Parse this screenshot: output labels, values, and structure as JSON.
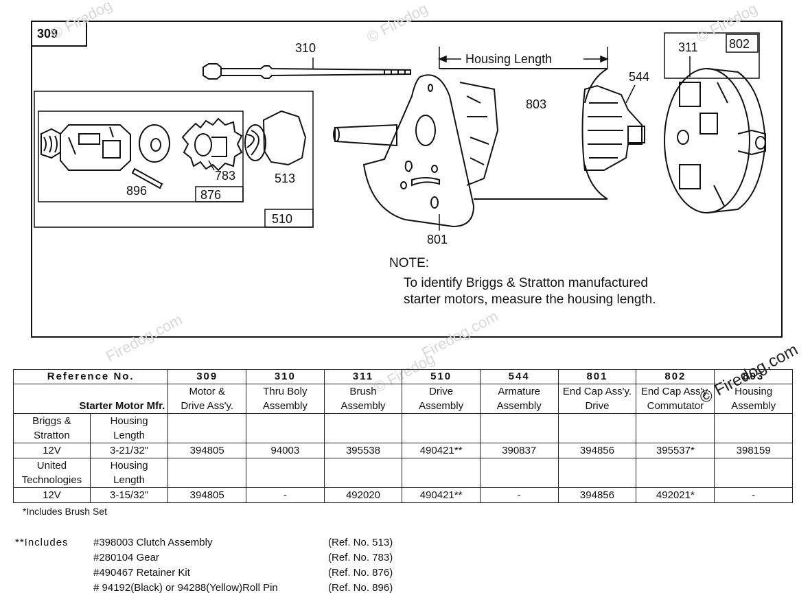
{
  "diagram": {
    "ref_box": "309",
    "labels": {
      "l310": "310",
      "l311": "311",
      "l802": "802",
      "l544": "544",
      "l803": "803",
      "l783": "783",
      "l513": "513",
      "l896": "896",
      "l876": "876",
      "l510": "510",
      "l801": "801"
    },
    "housing_length": "Housing Length",
    "note_title": "NOTE:",
    "note_line1": "To identify Briggs & Stratton manufactured",
    "note_line2": "starter motors, measure the housing length."
  },
  "watermarks": [
    "© Firedog",
    "© Firedog",
    "© Firedog",
    "Firedog.com",
    "Firedog.com",
    "© Firedog",
    "© Firedog.com"
  ],
  "table": {
    "ref_header": "Reference No.",
    "ref_numbers": [
      "309",
      "310",
      "311",
      "510",
      "544",
      "801",
      "802",
      "803"
    ],
    "mfr_label": "Starter Motor Mfr.",
    "desc_line1": [
      "Motor &",
      "Thru Boly",
      "Brush",
      "Drive",
      "Armature",
      "End Cap Ass'y.",
      "End Cap Ass'y.",
      "Housing"
    ],
    "desc_line2": [
      "Drive Ass'y.",
      "Assembly",
      "Assembly",
      "Assembly",
      "Assembly",
      "Drive",
      "Commutator",
      "Assembly"
    ],
    "groups": [
      {
        "mfr_line1": "Briggs &",
        "mfr_line2": "Stratton",
        "hl_line1": "Housing",
        "hl_line2": "Length",
        "voltage": "12V",
        "length": "3-21/32\"",
        "values": [
          "394805",
          "94003",
          "395538",
          "490421**",
          "390837",
          "394856",
          "395537*",
          "398159"
        ]
      },
      {
        "mfr_line1": "United",
        "mfr_line2": "Technologies",
        "hl_line1": "Housing",
        "hl_line2": "Length",
        "voltage": "12V",
        "length": "3-15/32\"",
        "values": [
          "394805",
          "-",
          "492020",
          "490421**",
          "-",
          "394856",
          "492021*",
          "-"
        ]
      }
    ]
  },
  "footnote": "*Includes Brush Set",
  "includes": {
    "label": "**Includes",
    "items": [
      {
        "part": "#398003  Clutch  Assembly",
        "ref": "(Ref. No. 513)"
      },
      {
        "part": "#280104  Gear",
        "ref": "(Ref. No. 783)"
      },
      {
        "part": "#490467  Retainer  Kit",
        "ref": "(Ref. No. 876)"
      },
      {
        "part": "# 94192(Black)  or  94288(Yellow)Roll  Pin",
        "ref": "(Ref. No. 896)"
      }
    ]
  }
}
